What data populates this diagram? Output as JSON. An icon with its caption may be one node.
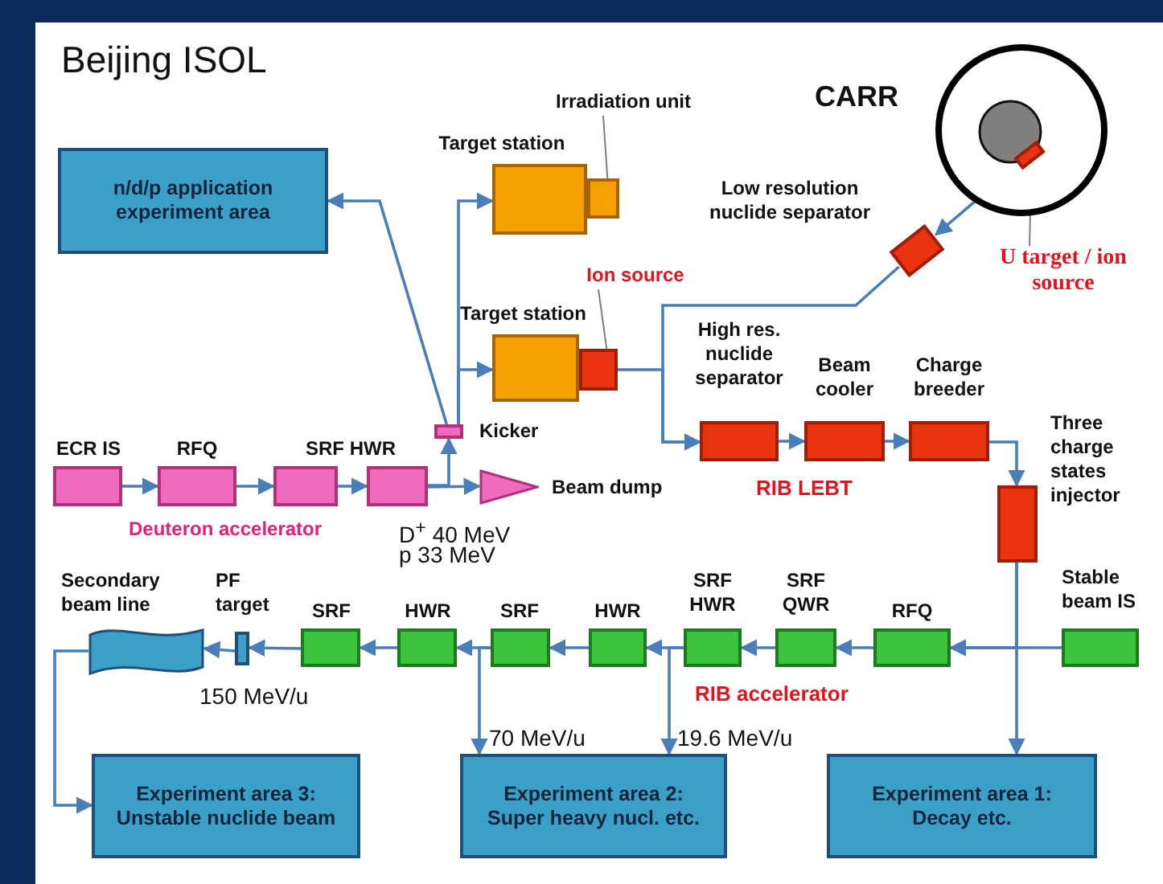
{
  "diagram": {
    "title": "Beijing ISOL",
    "nodes": [
      {
        "text": [
          "n/d/p application experiment area"
        ]
      },
      {
        "text": [
          "Target station"
        ]
      },
      {
        "text": [],
        "shape": "box"
      },
      {
        "text": [
          "Irradiation unit"
        ]
      },
      {
        "text": [
          "CARR"
        ]
      },
      {
        "text": [],
        "shape": "box",
        "in": 4
      },
      {
        "text": [
          "U target / ion source"
        ]
      },
      {
        "text": [
          "Low resolution nuclide separator"
        ]
      },
      {
        "text": [
          "Target station"
        ]
      },
      {
        "text": [],
        "shape": "box"
      },
      {
        "text": [
          "Ion source"
        ]
      },
      {
        "text": [
          "High res. nuclide separator"
        ]
      },
      {
        "text": [
          "Beam cooler"
        ]
      },
      {
        "text": [
          "Charge breeder"
        ]
      },
      {
        "text": [
          "Three charge states injector"
        ]
      },
      {
        "text": [
          "ECR IS"
        ]
      },
      {
        "text": [
          "RFQ"
        ]
      },
      {
        "text": [],
        "shape": "box"
      },
      {
        "text": [],
        "shape": "box"
      },
      {
        "text": [
          "Kicker"
        ]
      },
      {
        "text": [
          "Beam dump"
        ]
      },
      {
        "text": [
          "Stable beam IS"
        ]
      },
      {
        "text": [
          "RFQ"
        ]
      },
      {
        "text": [
          "SRF QWR"
        ]
      },
      {
        "text": [
          "SRF HWR"
        ]
      },
      {
        "text": [
          "HWR"
        ]
      },
      {
        "text": [
          "SRF"
        ]
      },
      {
        "text": [
          "HWR"
        ]
      },
      {
        "text": [
          "SRF"
        ]
      },
      {
        "text": [
          "PF target"
        ]
      },
      {
        "text": [
          "Secondary beam line"
        ]
      },
      {
        "text": [
          "Experiment area 3: Unstable nuclide beam"
        ]
      },
      {
        "text": [
          "Experiment area 2: Super heavy nucl. etc."
        ]
      },
      {
        "text": [
          "Experiment area 1: Decay etc."
        ]
      }
    ],
    "edges": [
      {
        "from": 15,
        "to": 16,
        "arrow": "to"
      },
      {
        "from": 16,
        "to": 17,
        "arrow": "to"
      },
      {
        "from": 17,
        "to": 18,
        "arrow": "to"
      },
      {
        "from": 18,
        "to": 20,
        "arrow": "to"
      },
      {
        "from": 18,
        "to": 19,
        "arrow": "to"
      },
      {
        "from": 19,
        "to": 0,
        "arrow": "to"
      },
      {
        "from": 19,
        "to": 1,
        "arrow": "to"
      },
      {
        "from": 19,
        "to": 8,
        "arrow": "to"
      },
      {
        "from": 5,
        "to": 7,
        "arrow": "to"
      },
      {
        "from": 7,
        "to": 11,
        "arrow": "to"
      },
      {
        "from": 9,
        "to": 11,
        "arrow": "to"
      },
      {
        "from": 11,
        "to": 12,
        "arrow": "to"
      },
      {
        "from": 12,
        "to": 13,
        "arrow": "to"
      },
      {
        "from": 13,
        "to": 14,
        "arrow": "to"
      },
      {
        "from": 14,
        "to": 33,
        "arrow": "to"
      },
      {
        "from": 14,
        "to": 22,
        "arrow": "to"
      },
      {
        "from": 21,
        "to": 22,
        "arrow": "to"
      },
      {
        "from": 22,
        "to": 23,
        "arrow": "to"
      },
      {
        "from": 23,
        "to": 24,
        "arrow": "to"
      },
      {
        "from": 24,
        "to": 25,
        "arrow": "to"
      },
      {
        "from": 25,
        "to": 26,
        "arrow": "to"
      },
      {
        "from": 26,
        "to": 27,
        "arrow": "to"
      },
      {
        "from": 27,
        "to": 28,
        "arrow": "to"
      },
      {
        "from": 28,
        "to": 29,
        "arrow": "to"
      },
      {
        "from": 29,
        "to": 30,
        "arrow": "to"
      },
      {
        "from": 24,
        "to": 32,
        "arrow": "to"
      },
      {
        "from": 26,
        "to": 32,
        "arrow": "to"
      },
      {
        "from": 30,
        "to": 31,
        "arrow": "to"
      },
      {
        "from": 3,
        "to": 2,
        "arrow": "none",
        "color": "#7f7f7f"
      },
      {
        "from": 6,
        "to": 5,
        "arrow": "none",
        "color": "#7f7f7f"
      },
      {
        "from": 10,
        "to": 9,
        "arrow": "none",
        "color": "#7f7f7f"
      }
    ],
    "labels": [
      "SRF HWR",
      "Deuteron accelerator",
      "D$^{+}$ 40 MeV",
      "p 33 MeV",
      "RIB LEBT",
      "150 MeV/u",
      "RIB accelerator",
      "70 MeV/u",
      "19.6 MeV/u"
    ]
  }
}
